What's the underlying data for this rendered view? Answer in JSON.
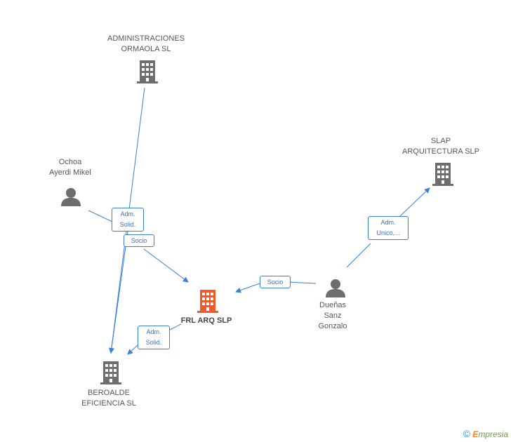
{
  "nodes": {
    "administraciones": {
      "label1": "ADMINISTRACIONES",
      "label2": "ORMAOLA  SL",
      "kind": "company",
      "color": "#6d6d6d"
    },
    "ochoa": {
      "label1": "Ochoa",
      "label2": "Ayerdi Mikel",
      "kind": "person",
      "color": "#6d6d6d"
    },
    "slap": {
      "label1": "SLAP",
      "label2": "ARQUITECTURA SLP",
      "kind": "company",
      "color": "#6d6d6d"
    },
    "frl": {
      "label1": "FRL ARQ SLP",
      "kind": "company",
      "color": "#f05a28"
    },
    "duenas": {
      "label1": "Dueñas",
      "label2": "Sanz",
      "label3": "Gonzalo",
      "kind": "person",
      "color": "#6d6d6d"
    },
    "beroalde": {
      "label1": "BEROALDE",
      "label2": "EFICIENCIA  SL",
      "kind": "company",
      "color": "#6d6d6d"
    }
  },
  "edges": {
    "adm_solid_1": {
      "line1": "Adm.",
      "line2": "Solid."
    },
    "socio_1": {
      "line1": "Socio"
    },
    "socio_2": {
      "line1": "Socio"
    },
    "adm_unico": {
      "line1": "Adm.",
      "line2": "Unico,..."
    },
    "adm_solid_2": {
      "line1": "Adm.",
      "line2": "Solid."
    }
  },
  "colors": {
    "edge": "#3a7fd5",
    "main": "#f05a28",
    "node": "#6d6d6d"
  },
  "footer": {
    "copyright": "©",
    "brand_first": "E",
    "brand_rest": "mpresia"
  }
}
